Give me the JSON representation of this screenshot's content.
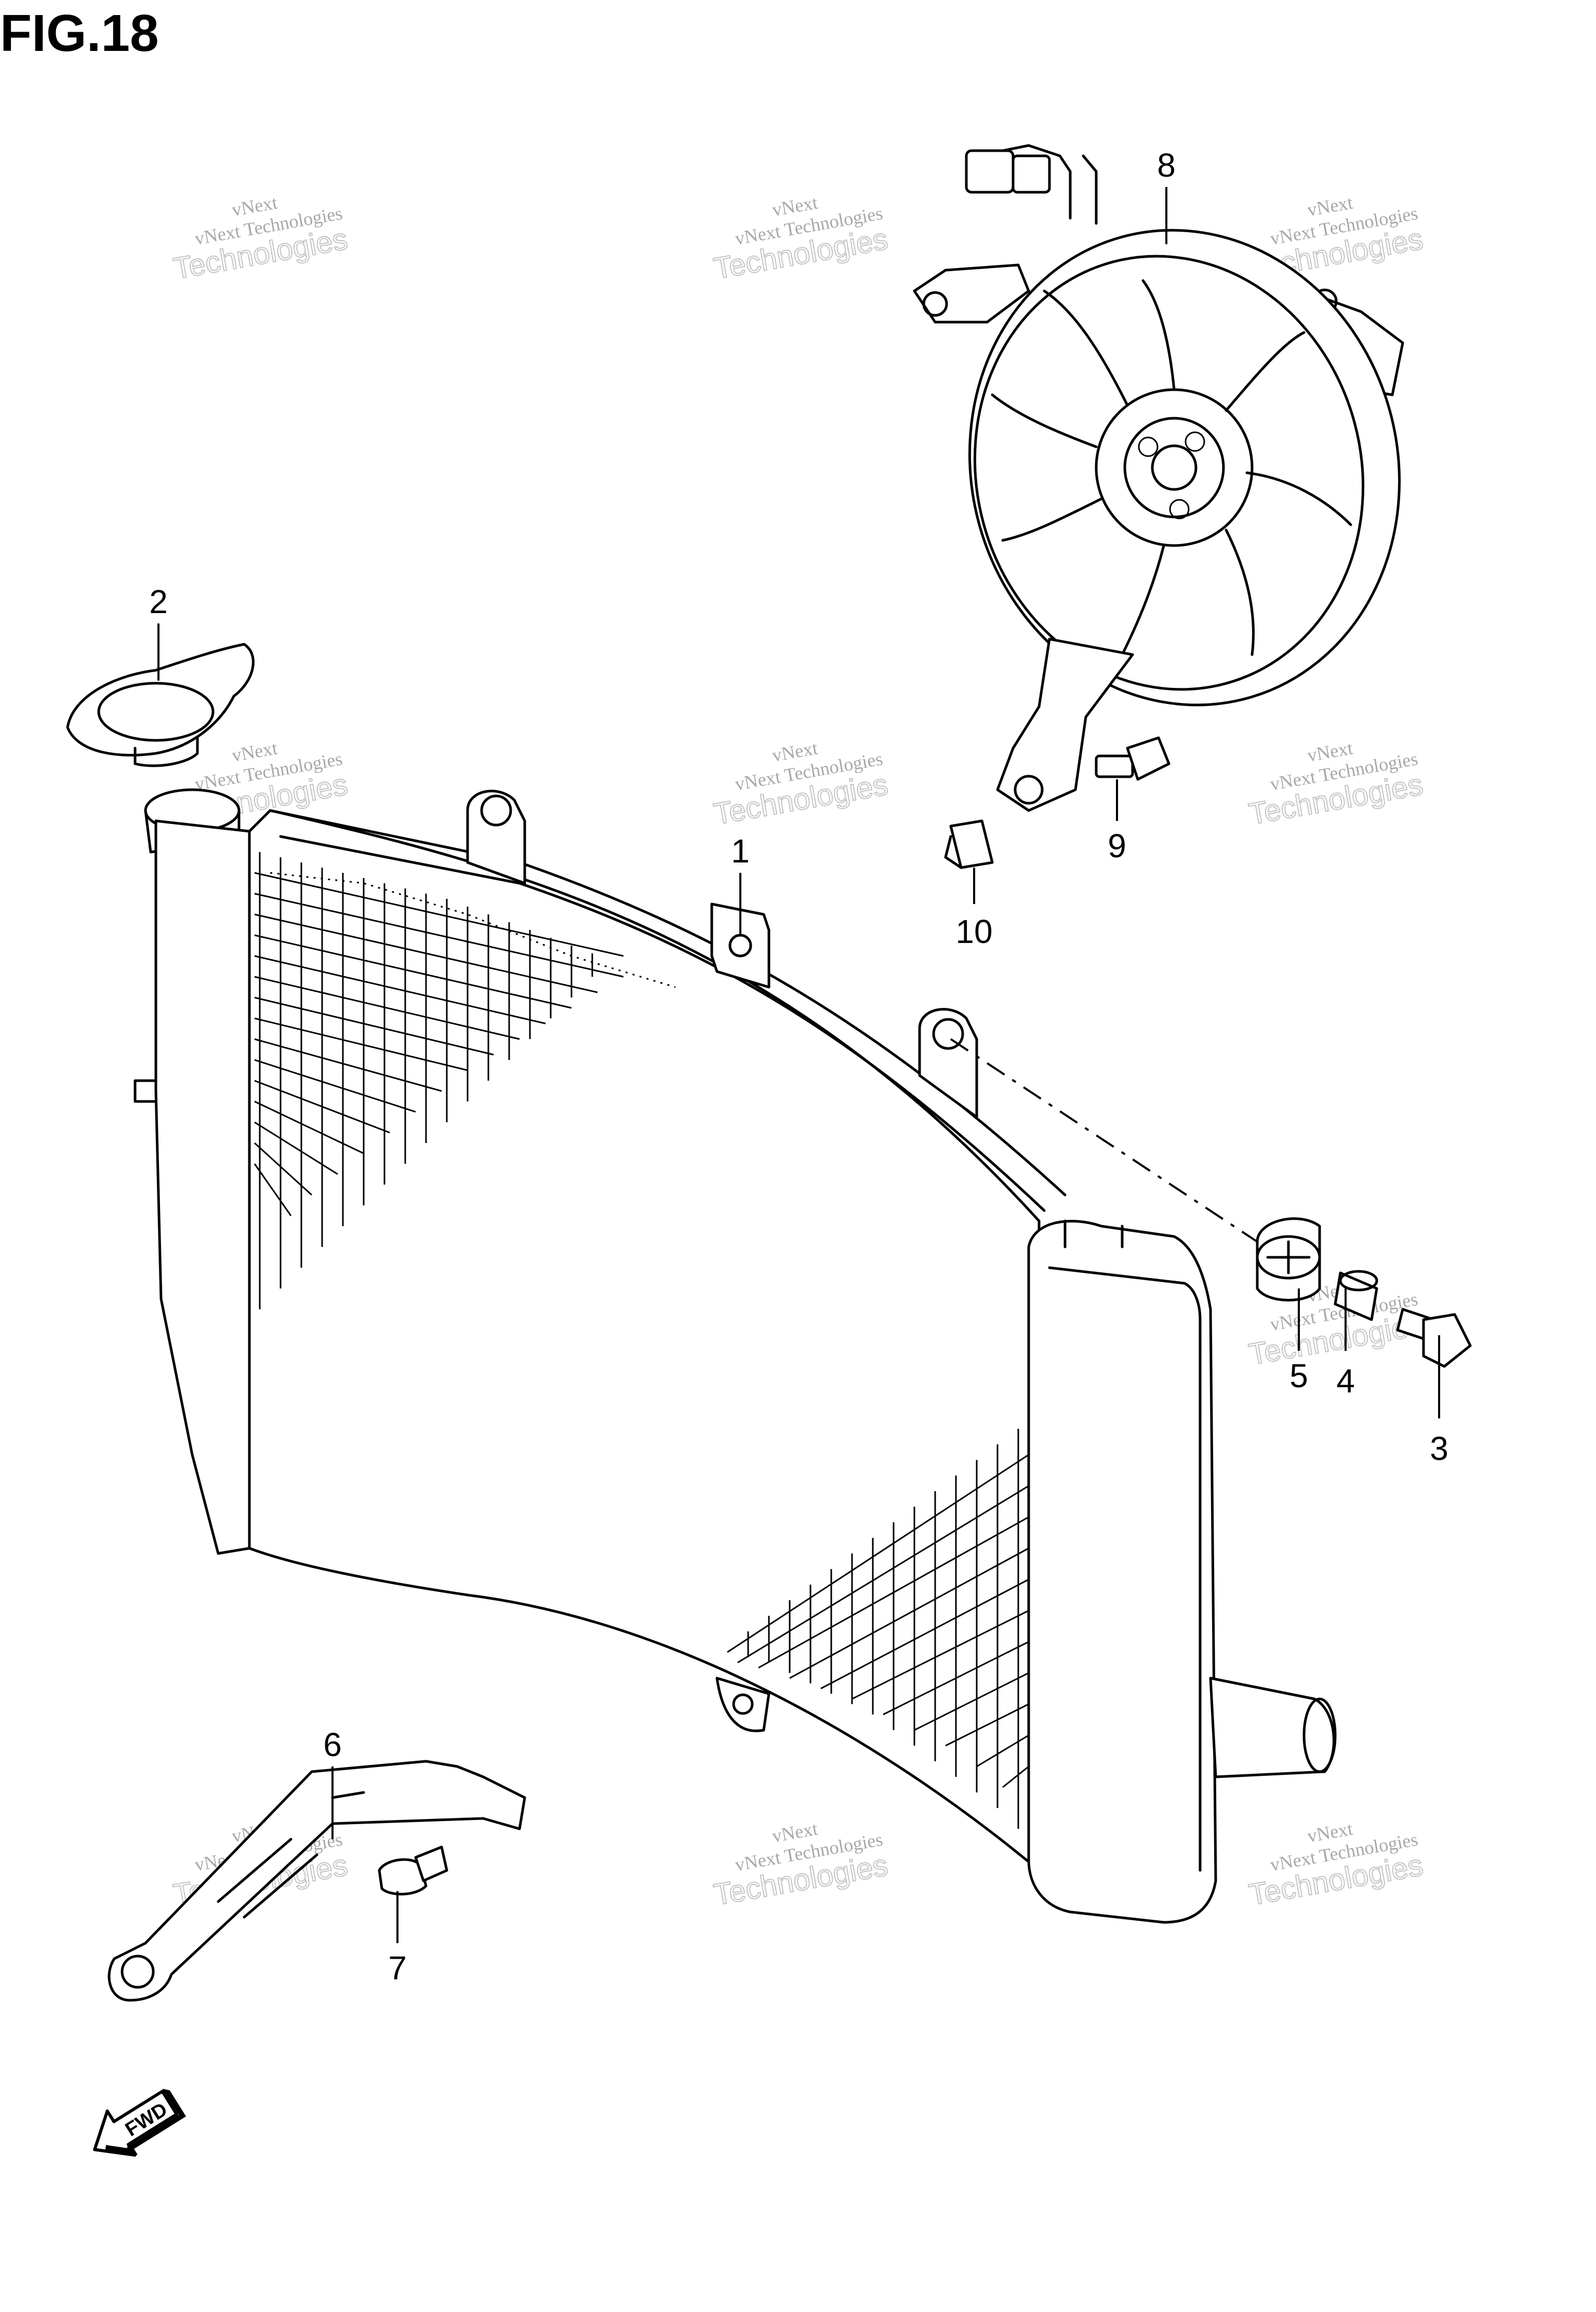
{
  "figure": {
    "title": "FIG.18"
  },
  "watermark": {
    "line1": "vNext",
    "line2": "vNext Technologies",
    "line3": "Technologies"
  },
  "callouts": [
    {
      "id": "1",
      "label": "1"
    },
    {
      "id": "2",
      "label": "2"
    },
    {
      "id": "3",
      "label": "3"
    },
    {
      "id": "4",
      "label": "4"
    },
    {
      "id": "5",
      "label": "5"
    },
    {
      "id": "6",
      "label": "6"
    },
    {
      "id": "7",
      "label": "7"
    },
    {
      "id": "8",
      "label": "8"
    },
    {
      "id": "9",
      "label": "9"
    },
    {
      "id": "10",
      "label": "10"
    }
  ],
  "direction_indicator": {
    "label": "FWD",
    "icon": "fwd-arrow-icon"
  }
}
